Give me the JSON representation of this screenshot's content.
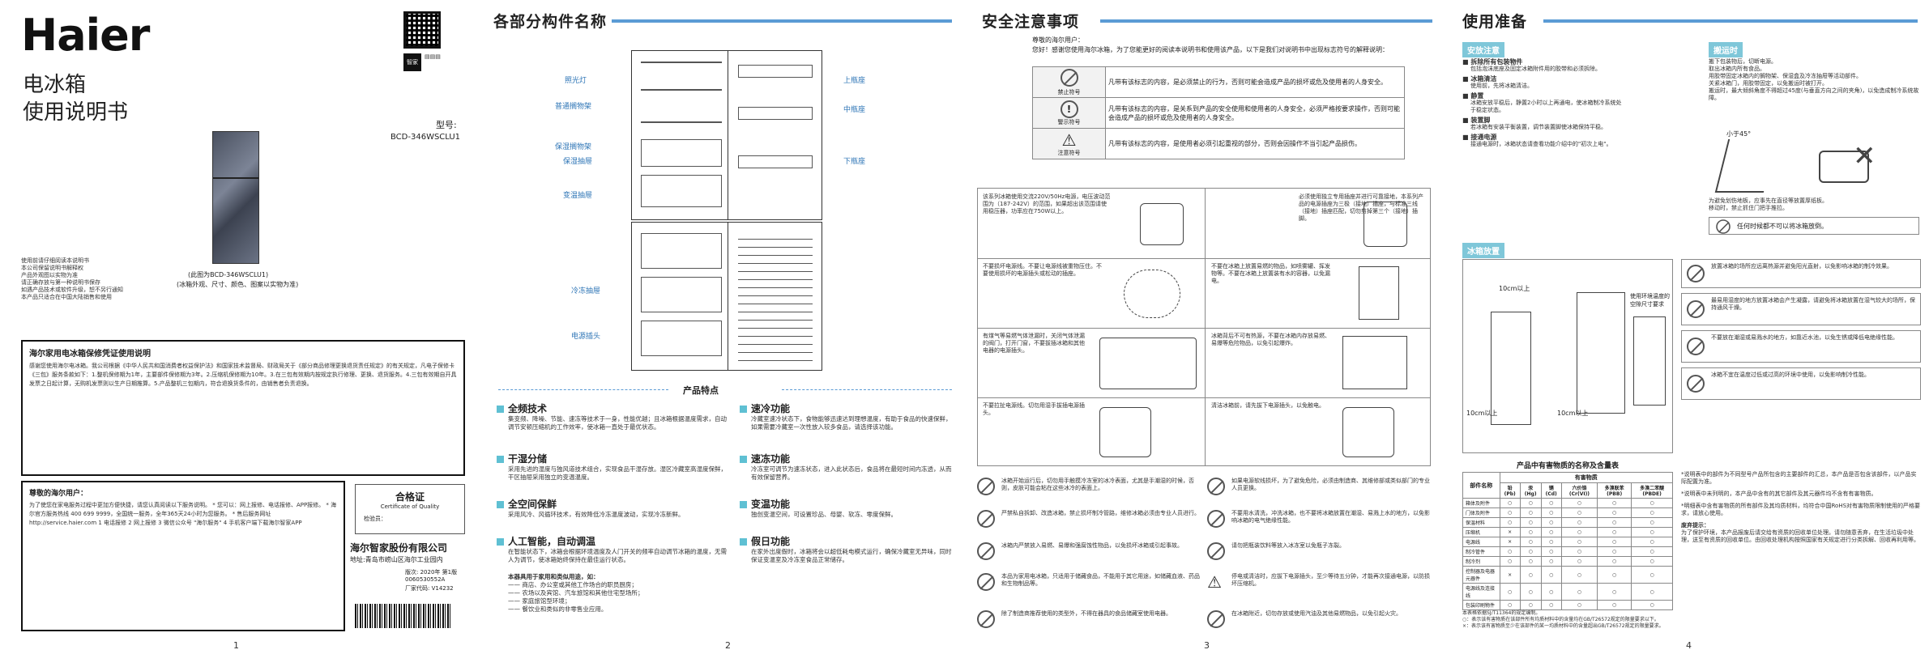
{
  "page1": {
    "brand": "Haier",
    "title_line1": "电冰箱",
    "title_line2": "使用说明书",
    "model_label": "型号:",
    "model": "BCD-346WSCLU1",
    "image_caption_1": "(此图为BCD-346WSCLU1)",
    "image_caption_2": "(冰箱外观、尺寸、颜色、图案以实物为准)",
    "notes": [
      "使用前请仔细阅读本说明书",
      "本公司保留说明书解释权",
      "产品外观图以实物为准",
      "请正确存放与第一种说明书保存",
      "如遇产品技术或软件升级，恕不另行通知",
      "本产品只适合在中国大陆销售和使用"
    ],
    "qr_caption": "智家",
    "warranty_title": "海尔家用电冰箱保修凭证使用说明",
    "warranty_body": "感谢您使用海尔电冰箱。我公司根据《中华人民共和国消费者权益保护法》和国家技术监督局、财政局关于《部分商品修理更换退货责任规定》的有关规定，凡电子保修卡《三包》服务条款如下：1.整机保修期为1年，主要部件保修期为3年。2.压缩机保修期为10年。3.在三包有效期内按规定执行修理、更换、退货服务。4.三包有效期自开具发票之日起计算，无购机发票则以生产日期推算。5.产品整机三包期内，符合退换货条件的，由销售者负责退换。",
    "service_title": "尊敬的海尔用户：",
    "service_body": "为了使您在家电服务过程中更加方便快捷，请您认真阅读以下服务说明。 * 您可以：网上报修、电话报修、APP报修。 * 海尔官方服务热线 400 699 9999，全国统一服务，全年365天24小时为您服务。 * 售后服务网址 http://service.haier.com 1 电话报修  2 网上报修  3 微信公众号 \"海尔服务\"  4 手机客户端下载海尔智家APP",
    "cert_title": "合格证",
    "cert_sub": "Certificate of Quality",
    "cert_inspector": "检验员：",
    "company": "海尔智家股份有限公司",
    "address": "地址:青岛市崂山区海尔工业园内",
    "version": "版次: 2020年 第1版",
    "code": "0060530552A",
    "factory": "厂家代码: V14232",
    "page_number": "1"
  },
  "page2": {
    "title": "各部分构件名称",
    "left_labels": [
      "照光灯",
      "普通搁物架",
      "保湿搁物架",
      "保湿抽屉",
      "变温抽屉",
      "冷冻抽屉",
      "电源插头"
    ],
    "right_labels": [
      "上瓶座",
      "中瓶座",
      "下瓶座"
    ],
    "features_title": "产品特点",
    "features": [
      {
        "title": "全频技术",
        "body": "集变频、降噪、节能、速冻等技术于一身，性能优越；且冰箱根据温度需求，自动调节安顿压缩机的工作效率，使冰箱一直处于最优状态。"
      },
      {
        "title": "速冷功能",
        "body": "冷藏室速冷状态下，食物能够迅速达到理想温度，有助于食品的快速保鲜，如果需要冷藏室一次性放入较多食品，请选择该功能。"
      },
      {
        "title": "干湿分储",
        "body": "采用先进的湿度与独风道技术组合，实现食品干湿存放。湿区冷藏室高湿度保鲜，干区抽屉采用独立的变温温度。"
      },
      {
        "title": "速冻功能",
        "body": "冷冻室可调节为速冻状态，进入此状态后，食品将在最短时间内冻透，从而有效保留营养。"
      },
      {
        "title": "全空间保鲜",
        "body": "采用风冷、风循环技术，有效降低冷冻温度波动，实现冷冻新鲜。"
      },
      {
        "title": "变温功能",
        "body": "独创变温空间，可设置珍品、母婴、软冻、零度保鲜。"
      },
      {
        "title": "人工智能，自动调温",
        "body": "在智能状态下，冰箱会根据环境温度及人门开关的频率自动调节冰箱的温度，无需人为调节，使冰箱始终保持在最佳运行状态。"
      },
      {
        "title": "假日功能",
        "body": "在家外出度假时，冰箱将会以超低耗电模式运行，确保冷藏室无异味，同时保证变温室及冷冻室食品正常储存。"
      }
    ],
    "applicability_title": "本器具用于家用和类似用途，如：",
    "applicability_items": [
      "商店、办公室或其他工作场合的职员厨房；",
      "农场以及宾馆、汽车旅馆和其他住宅型场所；",
      "家庭旅馆型环境；",
      "餐饮业和类似的非零售业应用。"
    ],
    "page_number": "2"
  },
  "page3": {
    "title": "安全注意事项",
    "greeting": "尊敬的海尔用户：",
    "intro": "您好！感谢您使用海尔冰箱，为了您能更好的阅读本说明书和使用该产品，以下是我们对说明书中出现标志符号的解释说明：",
    "symbols": [
      {
        "name": "禁止符号",
        "desc": "凡带有该标志的内容，是必须禁止的行为，否则可能会造成产品的损坏或危及使用者的人身安全。"
      },
      {
        "name": "警示符号",
        "desc": "凡带有该标志的内容，是关系到产品的安全使用和使用者的人身安全，必须严格按要求操作，否则可能会造成产品的损坏或危及使用者的人身安全。"
      },
      {
        "name": "注意符号",
        "desc": "凡带有该标志的内容，是使用者必须引起重视的部分，否则会因操作不当引起产品损伤。"
      }
    ],
    "safety_cells": [
      "该系列冰箱使用交流220V/50Hz电源，电压波动范围为（187-242V）的范围，如果超出该范围请使用稳压器，功率应在750W以上。",
      "必须使用独立专用插座并进行可靠接地，本系列产品的电源插座为三极（接地）插座，与标准三线（接地）插座匹配，切勿剪掉第三个（接地）插脚。",
      "不要损坏电源线。不要让电源线被重物压住。不要使用损坏的电源插头或松动的插座。",
      "不要在冰箱上放置易燃的物品，如喷雾罐、挥发物等。不要在冰箱上放置装有水的容器，以免漏电。",
      "有煤气等易燃气体泄漏时，关闭气体泄漏的阀门，打开门窗，不要拔插冰箱和其他电器的电源插头。",
      "冰箱背后不可有热源，不要在冰箱内存放易燃、易爆等危险物品，以免引起爆炸。",
      "不要拉扯电源线。切勿用湿手拔插电源插头。",
      "清洁冰箱前，请先拔下电源插头，以免触电。"
    ],
    "rules": [
      "冰箱开始运行后，切勿用手触摸冷冻室的冰冷表面，尤其是手潮湿的时候，否则，皮肤可能会粘在这些冰冷的表面上。",
      "如果电源软线损坏，为了避免危险，必须由制造商、其维修部或类似部门的专业人员更换。",
      "严禁私自拆卸、改造冰箱，禁止损坏制冷管路，维修冰箱必须由专业人员进行。",
      "不要用水清洗，冲洗冰箱，也不要将冰箱放置在潮湿、易溅上水的地方，以免影响冰箱的电气绝缘性能。",
      "冰箱内严禁放入易燃、易爆和强腐蚀性物品，以免损坏冰箱或引起事故。",
      "请勿把瓶装饮料等放入冰冻室以免瓶子冻裂。",
      "本品为家用电冰箱，只适用于储藏食品，不能用于其它用途，如储藏血液、药品和生物制品等。",
      "停电或清洁时，应拔下电源插头，至少等待五分钟，才能再次接通电源，以防损坏压缩机。",
      "除了制造商推荐使用的类型外，不得在器具的食品储藏室使用电器。",
      "在冰箱附近，切勿存放或使用汽油及其他易燃物品，以免引起火灾。"
    ],
    "page_number": "3"
  },
  "page4": {
    "title": "使用准备",
    "install_chip": "安放注意",
    "install_items": [
      {
        "head": "拆除所有包装物件",
        "body": "包括泡沫底座及固定冰箱附件用的胶带和必须拆除。"
      },
      {
        "head": "冰箱清洁",
        "body": "使用前，先将冰箱清洁。"
      },
      {
        "head": "静置",
        "body": "冰箱安放平稳后，静置2小时以上再通电，使冰箱制冷系统处于稳定状态。"
      },
      {
        "head": "装置脚",
        "body": "若冰箱有安装平衡装置，调节装置脚使冰箱保持平稳。"
      },
      {
        "head": "接通电源",
        "body": "接通电源时，冰箱状态请查看功能介绍中的\"初次上电\"。"
      }
    ],
    "move_chip": "搬运时",
    "move_items": [
      "搬下包装物后，切断电源。",
      "取出冰箱内所有食品。",
      "用胶带固定冰箱内的搁物架、保湿盒及冷冻抽屉等活动部件。",
      "关紧冰箱门，用胶带固定，以免搬运时被打开。",
      "搬运时，最大倾斜角度不得超过45度(与垂直方向之间的夹角)，以免造成制冷系统故障。"
    ],
    "angle_label": "小于45°",
    "move_notes": [
      "为避免划伤地板，应事先在直径等放置厚纸板。",
      "移动时，禁止抓住门把手推拉。"
    ],
    "forbid_note": "任何时候都不可以将冰箱放倒。",
    "place_chip": "冰箱放置",
    "gap_top": "10cm以上",
    "gap_side1": "10cm以上",
    "gap_side2": "10cm以上",
    "gap_user": "使用环境温度的空隙尺寸要求",
    "tips": [
      "放置冰箱的场所应远离热源并避免阳光直射，以免影响冰箱的制冷效果。",
      "最易用湿度的地方放置冰箱会产生凝露，请避免将冰箱放置在湿气较大的场所，保持通风干燥。",
      "不要放在潮湿或易溅水的地方，如靠近水池，以免生锈或降低电绝缘性能。",
      "冰箱不宜在温度过低或过高的环境中使用，以免影响制冷性能。"
    ],
    "table_title": "产品中有害物质的名称及含量表",
    "table_group_header": "有害物质",
    "table_headers": [
      "部件名称",
      "铅(Pb)",
      "汞(Hg)",
      "镉(Cd)",
      "六价铬(Cr(VI))",
      "多溴联苯(PBB)",
      "多溴二苯醚(PBDE)"
    ],
    "table_rows": [
      [
        "箱体及附件",
        "○",
        "○",
        "○",
        "○",
        "○",
        "○"
      ],
      [
        "门体及附件",
        "○",
        "○",
        "○",
        "○",
        "○",
        "○"
      ],
      [
        "保温材料",
        "○",
        "○",
        "○",
        "○",
        "○",
        "○"
      ],
      [
        "压缩机",
        "×",
        "○",
        "○",
        "○",
        "○",
        "○"
      ],
      [
        "电源线",
        "×",
        "○",
        "○",
        "○",
        "○",
        "○"
      ],
      [
        "制冷管件",
        "○",
        "○",
        "○",
        "○",
        "○",
        "○"
      ],
      [
        "制冷剂",
        "○",
        "○",
        "○",
        "○",
        "○",
        "○"
      ],
      [
        "控制器及电器元器件",
        "×",
        "○",
        "○",
        "○",
        "○",
        "○"
      ],
      [
        "电源线及连接线",
        "○",
        "○",
        "○",
        "○",
        "○",
        "○"
      ],
      [
        "包装印刷物件",
        "○",
        "○",
        "○",
        "○",
        "○",
        "○"
      ]
    ],
    "table_footnote_1": "本表格依据SJ/T11364的规定编制。",
    "table_footnote_2": "○：表示该有害物质在该部件所有均质材料中的含量均在GB/T26572规定的限量要求以下。",
    "table_footnote_3": "×：表示该有害物质至少在该部件的某一均质材料中的含量超出GB/T26572规定的限量要求。",
    "side_notes": [
      "*说明表中的部件为不同型号产品所包含的主要部件的汇总，本产品是否包含该部件，以产品实际配置为准。",
      "*说明表中未列明的，本产品中含有的其它部件及其元器件均不含有有害物质。",
      "*明细表中含有害物质的所有部件及其均质材料，均符合中国RoHS对有害物质限制使用的严格要求，请放心使用。",
      "废弃提示：",
      "为了保护环境，本产品报废后请交给有资质的回收单位处理。请勿随意丢弃，在生活垃圾中处理，送至有资质的回收单位。由回收处理机构按照国家有关规定进行分类拆解、回收再利用等。"
    ],
    "page_number": "4"
  },
  "colors": {
    "accent": "#5b9bd5",
    "chip": "#7fc7d9",
    "feature_square": "#5fc0d3"
  }
}
